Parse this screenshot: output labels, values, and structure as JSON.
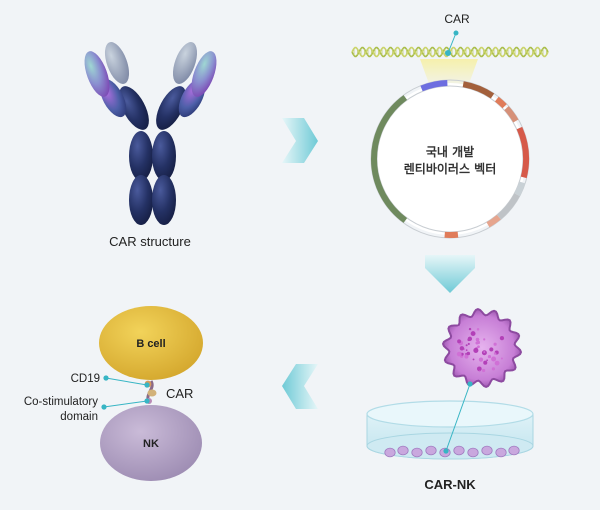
{
  "labels": {
    "car_structure": "CAR structure",
    "car_top": "CAR",
    "vector_line1": "국내 개발",
    "vector_line2": "렌티바이러스 벡터",
    "b_cell": "B cell",
    "nk": "NK",
    "cd19": "CD19",
    "car_mid": "CAR",
    "costim_line1": "Co-stimulatory",
    "costim_line2": "domain",
    "car_nk": "CAR-NK"
  },
  "colors": {
    "background": "#f1f4f7",
    "arrow": "#74cdd8",
    "antibody_dark": "#1e2a5c",
    "b_cell": "#e2b83a",
    "nk_cell": "#b7a8c6",
    "plasmid_green": "#6f8a5e",
    "car_nk_cell": "#a25fb0",
    "dish": "#d3ecf3",
    "pointer": "#37b5c4"
  }
}
